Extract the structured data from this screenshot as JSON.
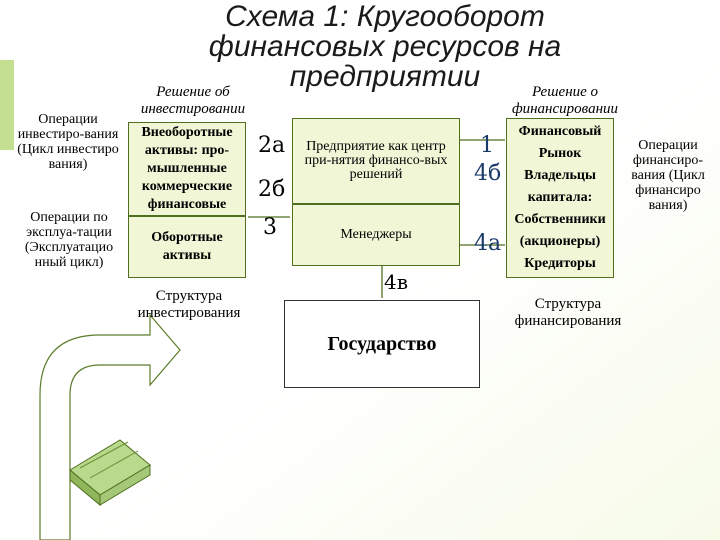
{
  "title": "Схема 1: Кругооборот финансовых ресурсов на предприятии",
  "captions": {
    "invest_decision": "Решение об инвестировании",
    "finance_decision": "Решение о финансировании",
    "invest_structure": "Структура инвестирования",
    "finance_structure": "Структура финансирования"
  },
  "left_labels": {
    "invest_ops": "Операции инвестиро-вания (Цикл инвестиро вания)",
    "exploit_ops": "Операции по эксплуа-тации (Эксплуатацио нный цикл)"
  },
  "right_labels": {
    "finance_ops": "Операции финансиро-вания (Цикл финансиро вания)"
  },
  "assets": {
    "noncurrent": "Внеоборотные активы: про-мышленные коммерческие финансовые",
    "current": "Оборотные активы"
  },
  "enterprise": "Предприятие как центр при-нятия финансо-вых решений",
  "managers": "Менеджеры",
  "state": "Государство",
  "market": {
    "line1": "Финансовый",
    "line2": "Рынок",
    "line3": "Владельцы",
    "line4": "капитала:",
    "line5": "Собственники",
    "line6": "(акционеры)",
    "line7": "Кредиторы"
  },
  "flows": {
    "f2a": "2а",
    "f2b": "2б",
    "f3": "3",
    "f1": "1",
    "f4b": "4б",
    "f4a": "4а",
    "f4v": "4в"
  },
  "colors": {
    "box_fill": "#f0f6d6",
    "box_border": "#4f6f1f",
    "accent_green": "#c4df8f"
  }
}
